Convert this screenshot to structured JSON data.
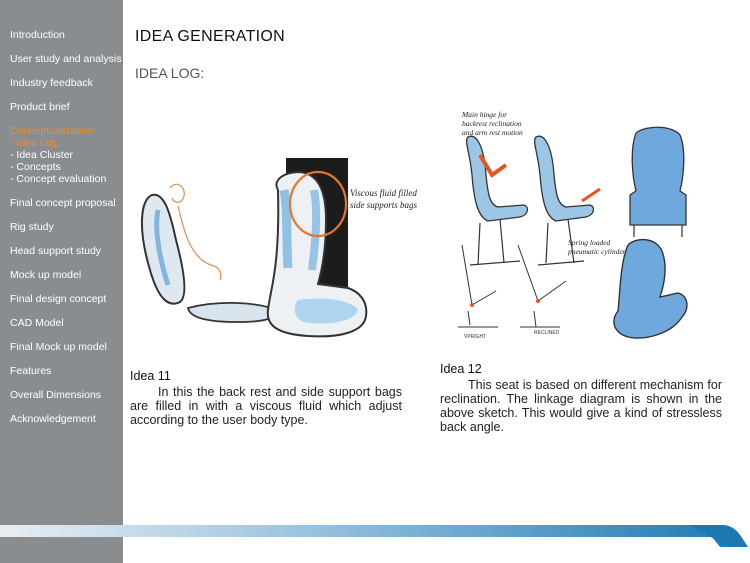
{
  "sidebar": {
    "items": [
      {
        "label": "Introduction"
      },
      {
        "label": "User study and analysis"
      },
      {
        "label": "Industry feedback"
      },
      {
        "label": "Product brief"
      },
      {
        "label": "Conceptualization"
      },
      {
        "label": "Final concept proposal"
      },
      {
        "label": "Rig study"
      },
      {
        "label": "Head support study"
      },
      {
        "label": "Mock up model"
      },
      {
        "label": "Final design concept"
      },
      {
        "label": "CAD Model"
      },
      {
        "label": "Final Mock up model"
      },
      {
        "label": "Features"
      },
      {
        "label": "Overall Dimensions"
      },
      {
        "label": "Acknowledgement"
      }
    ],
    "subitems": [
      {
        "label": "- Idea Log"
      },
      {
        "label": "- Idea Cluster"
      },
      {
        "label": "- Concepts"
      },
      {
        "label": "- Concept evaluation"
      }
    ]
  },
  "header": {
    "title": "IDEA GENERATION",
    "subtitle": "IDEA LOG:"
  },
  "idea11": {
    "label": "Idea  11",
    "text": "In this the back rest and side support bags are filled in with a viscous fluid which adjust according to the user body type.",
    "annotation_line1": "Viscous fluid filled",
    "annotation_line2": "side supports bags"
  },
  "idea12": {
    "label": "Idea 12",
    "text": "This seat is based on different mechanism for reclination. The linkage diagram is shown in the above sketch. This would give a kind of stressless back angle.",
    "note1_line1": "Main hinge for",
    "note1_line2": "backrest reclination",
    "note1_line3": "and arm rest motion",
    "note2_line1": "Spring loaded",
    "note2_line2": "pneumatic cylinder",
    "diag_label1": "VPRIGHT",
    "diag_label2": "RECLINED"
  },
  "colors": {
    "sidebar": "#8a8d90",
    "active": "#f28a2a",
    "footer_blue": "#1f7fb3"
  }
}
